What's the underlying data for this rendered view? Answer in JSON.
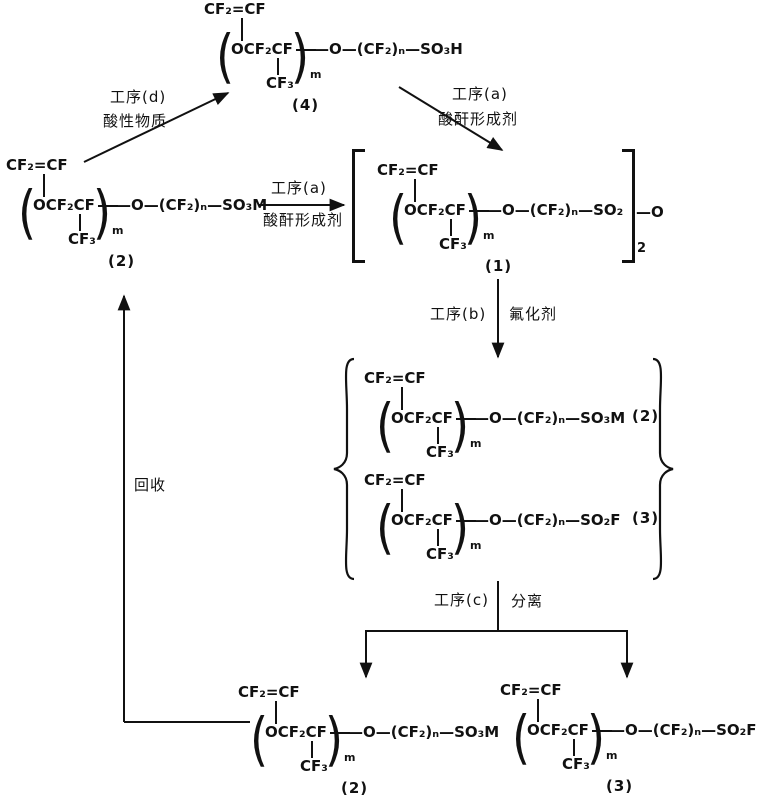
{
  "figure": {
    "background": "#ffffff",
    "ink": "#111111"
  },
  "notation": {
    "open_paren": "(",
    "close_paren": ")"
  },
  "process_labels": {
    "step_a": "工序(a)",
    "step_a_reagent": "酸酐形成剂",
    "step_b": "工序(b)",
    "step_b_reagent": "氟化剂",
    "step_c": "工序(c)",
    "step_c_reagent": "分离",
    "step_d": "工序(d)",
    "step_d_reagent": "酸性物质",
    "recycle": "回收"
  },
  "structures": {
    "s4": {
      "vinyl": "CF₂=CF",
      "repeat": "OCF₂CF",
      "repeat_subscript": "m",
      "side_group": "CF₃",
      "chain": "—O—(CF₂)ₙ—SO₃H",
      "label": "(4)"
    },
    "s2": {
      "vinyl": "CF₂=CF",
      "repeat": "OCF₂CF",
      "repeat_subscript": "m",
      "side_group": "CF₃",
      "chain": "—O—(CF₂)ₙ—SO₃M",
      "label": "(2)"
    },
    "s1": {
      "vinyl": "CF₂=CF",
      "repeat": "OCF₂CF",
      "repeat_subscript": "m",
      "side_group": "CF₃",
      "chain": "—O—(CF₂)ₙ—SO₂",
      "label": "(1)",
      "dimer_oxygen": "—O",
      "dimer_subscript": "2"
    },
    "s2_mixture": {
      "vinyl": "CF₂=CF",
      "repeat": "OCF₂CF",
      "repeat_subscript": "m",
      "side_group": "CF₃",
      "chain": "—O—(CF₂)ₙ—SO₃M",
      "label": "(2)"
    },
    "s3_mixture": {
      "vinyl": "CF₂=CF",
      "repeat": "OCF₂CF",
      "repeat_subscript": "m",
      "side_group": "CF₃",
      "chain": "—O—(CF₂)ₙ—SO₂F",
      "label": "(3)"
    },
    "s2_product": {
      "vinyl": "CF₂=CF",
      "repeat": "OCF₂CF",
      "repeat_subscript": "m",
      "side_group": "CF₃",
      "chain": "—O—(CF₂)ₙ—SO₃M",
      "label": "(2)"
    },
    "s3_product": {
      "vinyl": "CF₂=CF",
      "repeat": "OCF₂CF",
      "repeat_subscript": "m",
      "side_group": "CF₃",
      "chain": "—O—(CF₂)ₙ—SO₂F",
      "label": "(3)"
    }
  }
}
